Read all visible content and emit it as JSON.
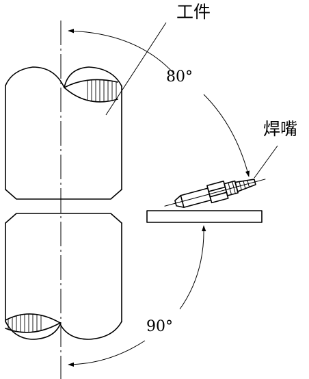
{
  "labels": {
    "workpiece": "工件",
    "nozzle": "焊嘴",
    "angle_upper": "80°",
    "angle_lower": "90°"
  },
  "colors": {
    "line": "#000000",
    "background": "#ffffff"
  }
}
